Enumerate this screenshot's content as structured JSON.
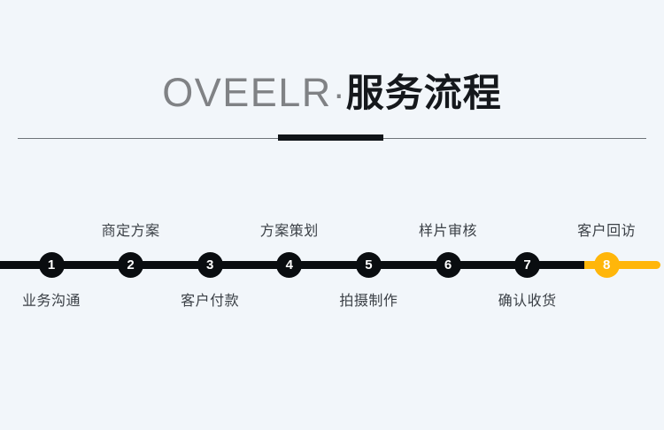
{
  "header": {
    "brand": "OVEELR",
    "separator": "·",
    "title_cn": "服务流程",
    "accent_color": "#101418",
    "rule_color": "#6e7378"
  },
  "theme": {
    "background": "#f2f6fa",
    "line_color": "#0a0d10",
    "active_color": "#ffb60a",
    "brand_text_color": "#808285",
    "label_color": "#3b4046"
  },
  "timeline": {
    "active_step": 8,
    "steps": [
      {
        "number": "1",
        "label": "业务沟通",
        "position": "below",
        "active": false
      },
      {
        "number": "2",
        "label": "商定方案",
        "position": "above",
        "active": false
      },
      {
        "number": "3",
        "label": "客户付款",
        "position": "below",
        "active": false
      },
      {
        "number": "4",
        "label": "方案策划",
        "position": "above",
        "active": false
      },
      {
        "number": "5",
        "label": "拍摄制作",
        "position": "below",
        "active": false
      },
      {
        "number": "6",
        "label": "样片审核",
        "position": "above",
        "active": false
      },
      {
        "number": "7",
        "label": "确认收货",
        "position": "below",
        "active": false
      },
      {
        "number": "8",
        "label": "客户回访",
        "position": "above",
        "active": true
      }
    ]
  }
}
